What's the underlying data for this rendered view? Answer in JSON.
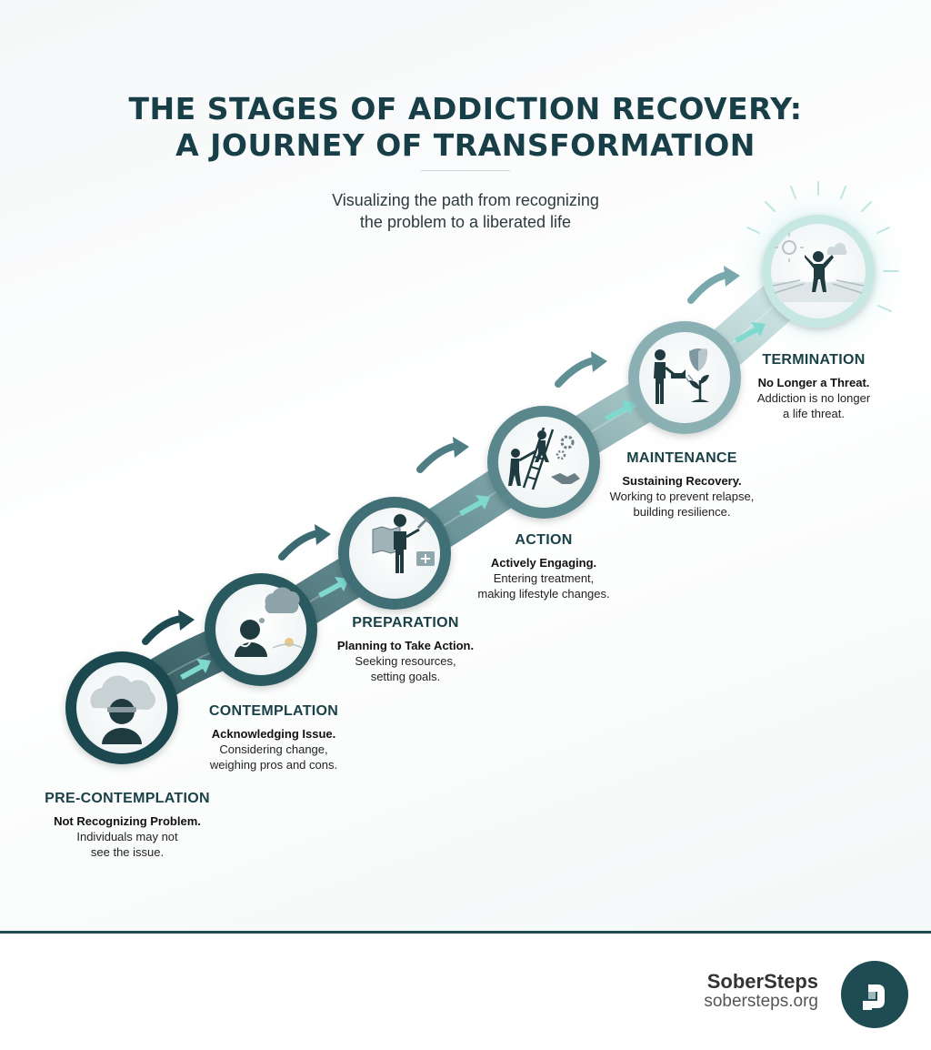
{
  "title_line1": "THE STAGES OF ADDICTION RECOVERY:",
  "title_line2": "A JOURNEY OF TRANSFORMATION",
  "subtitle_line1": "Visualizing the path from recognizing",
  "subtitle_line2": "the problem to a liberated life",
  "stages": [
    {
      "name": "PRE-CONTEMPLATION",
      "bold": "Not Recognizing Problem.",
      "desc1": "Individuals may not",
      "desc2": "see the issue.",
      "icon": "blindfolded-person-cloud-icon"
    },
    {
      "name": "CONTEMPLATION",
      "bold": "Acknowledging Issue.",
      "desc1": "Considering change,",
      "desc2": "weighing pros and cons.",
      "icon": "thinking-person-icon"
    },
    {
      "name": "PREPARATION",
      "bold": "Planning to Take Action.",
      "desc1": "Seeking resources,",
      "desc2": "setting goals.",
      "icon": "person-map-tools-icon"
    },
    {
      "name": "ACTION",
      "bold": "Actively Engaging.",
      "desc1": "Entering treatment,",
      "desc2": "making lifestyle changes.",
      "icon": "ladder-climbers-icon"
    },
    {
      "name": "MAINTENANCE",
      "bold": "Sustaining Recovery.",
      "desc1": "Working to prevent relapse,",
      "desc2": "building resilience.",
      "icon": "person-watering-plant-icon"
    },
    {
      "name": "TERMINATION",
      "bold": "No Longer a Threat.",
      "desc1": "Addiction is no longer",
      "desc2": "a life threat.",
      "icon": "liberated-person-sun-icon"
    }
  ],
  "brand": {
    "name": "SoberSteps",
    "url": "sobersteps.org",
    "logo": "sobersteps-logo-icon"
  },
  "colors": {
    "primary": "#1e4c52",
    "accent": "#7fd9cf",
    "ring_start": "#1f4a50",
    "ring_end": "#c7e7e3"
  }
}
